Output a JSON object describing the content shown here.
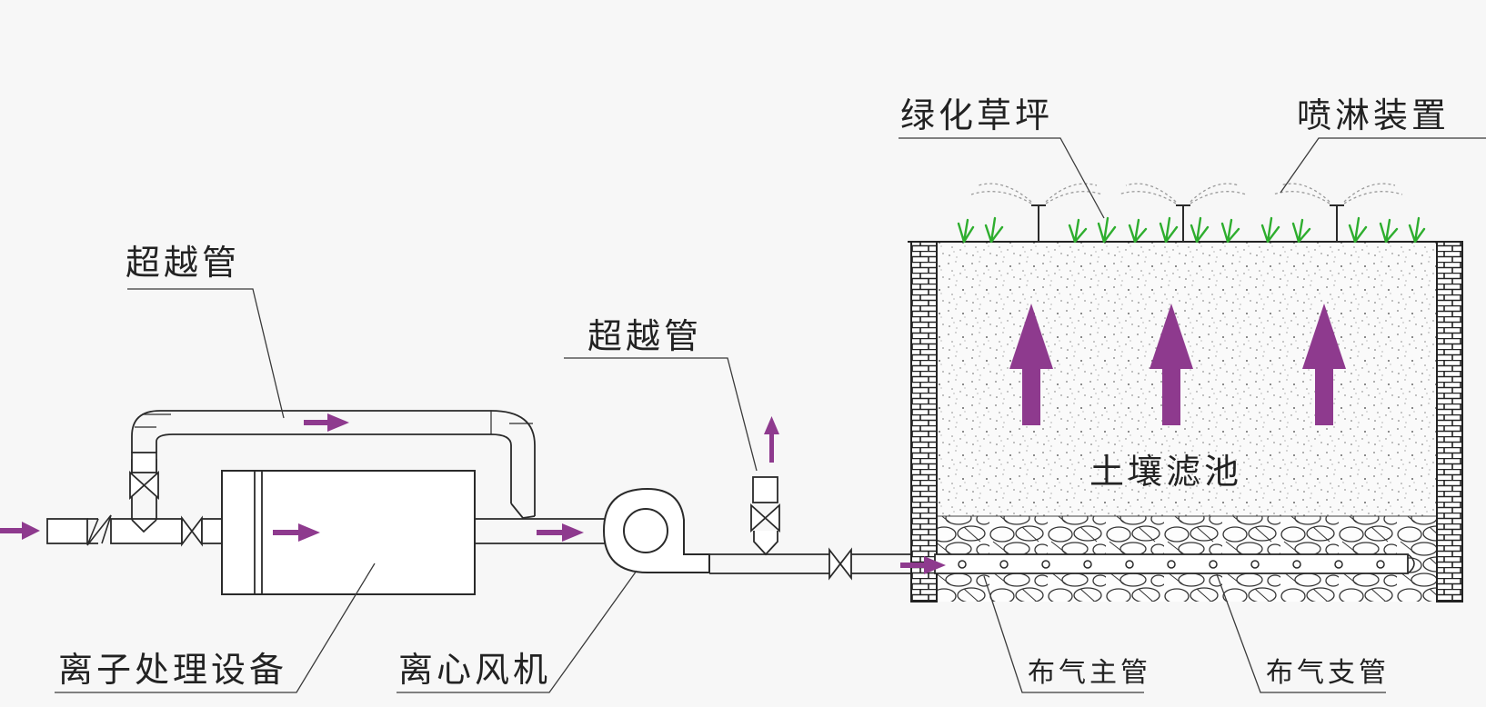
{
  "labels": {
    "bypass_top": "超越管",
    "bypass_mid": "超越管",
    "lawn": "绿化草坪",
    "sprinkler": "喷淋装置",
    "soil_filter": "土壤滤池",
    "ion_device": "离子处理设备",
    "fan": "离心风机",
    "main_pipe": "布气主管",
    "branch_pipe": "布气支管"
  },
  "colors": {
    "line": "#2a2a2a",
    "arrow": "#8e3a8e",
    "grass": "#2eae2e",
    "background": "#f7f7f7"
  }
}
